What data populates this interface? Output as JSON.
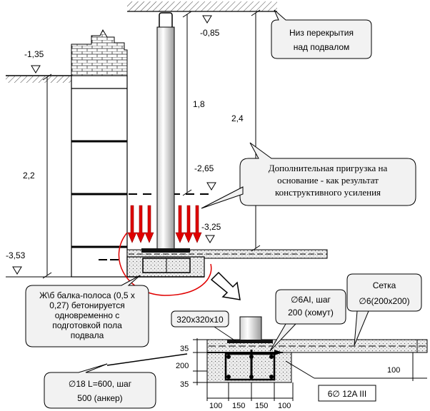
{
  "levels": {
    "ground": "-1,35",
    "ceiling": "-0,85",
    "mark_265": "-2,65",
    "mark_325": "-3,25",
    "basement_floor": "-3,53"
  },
  "dimensions": {
    "column_height": "1,8",
    "total_height": "2,4",
    "wall_height": "2,2"
  },
  "callouts": {
    "ceiling_bottom": [
      "Низ перекрытия",
      "над подвалом"
    ],
    "additional_load": [
      "Дополнительная пригрузка на",
      "основание - как результат",
      "конструктивного усиления"
    ],
    "beam_strip": [
      "Ж\\б балка-полоса (0,5 х",
      "0,27) бетонируется",
      "одновременно с",
      "подготовкой пола",
      "подвала"
    ],
    "stirrup": [
      "∅6AI, шаг",
      "200 (хомут)"
    ],
    "mesh": [
      "Сетка",
      "∅6(200x200)"
    ],
    "anchor": [
      "∅18 L=600, шаг",
      "500 (анкер)"
    ]
  },
  "detail": {
    "plate": "320x320x10",
    "rebar": "6∅ 12A III",
    "dim_35_top": "35",
    "dim_200": "200",
    "dim_35_bottom": "35",
    "dim_100_right": "100",
    "bottom_dims": [
      "100",
      "150",
      "150",
      "100"
    ]
  },
  "colors": {
    "arrow_red": "#e00000",
    "callout_fill": "#f2f2f2",
    "hatch": "#444444"
  }
}
